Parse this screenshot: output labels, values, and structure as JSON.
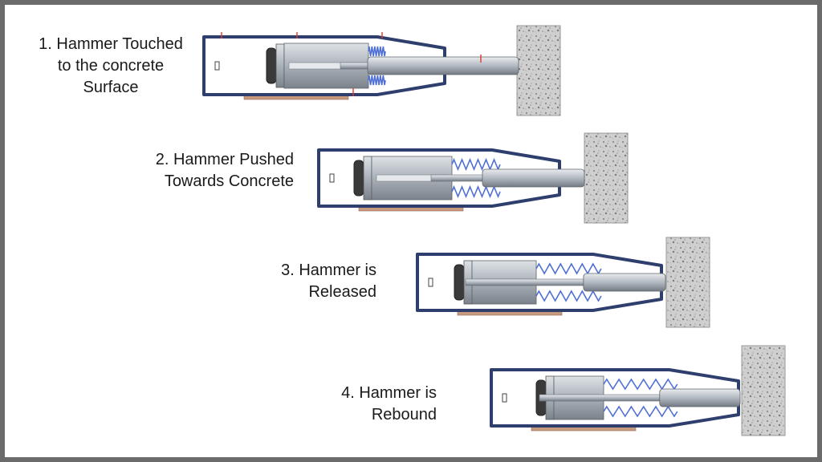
{
  "steps": [
    {
      "lines": [
        "1. Hammer Touched",
        "to the concrete",
        "Surface"
      ]
    },
    {
      "lines": [
        "2. Hammer Pushed",
        "Towards Concrete"
      ]
    },
    {
      "lines": [
        "3. Hammer is",
        "Released"
      ]
    },
    {
      "lines": [
        "4. Hammer is",
        "Rebound"
      ]
    }
  ],
  "colors": {
    "frame": "#6b6b6b",
    "housing": "#2e3f6e",
    "metal": "#b5bbc3",
    "metal_dark": "#7d848d",
    "spring": "#4f6fd6",
    "base_plate": "#c79a7e",
    "concrete": "#c9c9c9",
    "marker": "#e0392f"
  }
}
